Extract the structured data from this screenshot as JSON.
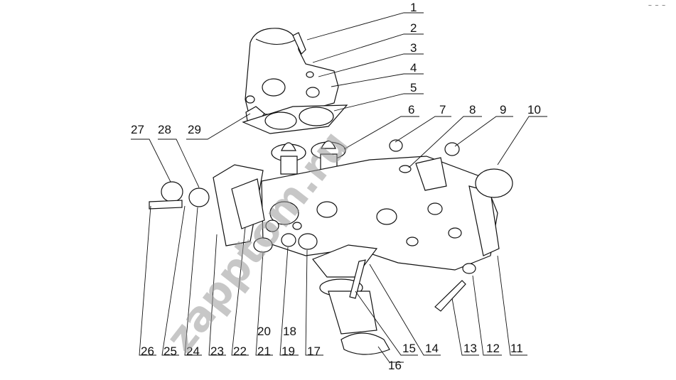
{
  "callouts": [
    {
      "id": "1",
      "label": "1"
    },
    {
      "id": "2",
      "label": "2"
    },
    {
      "id": "3",
      "label": "3"
    },
    {
      "id": "4",
      "label": "4"
    },
    {
      "id": "5",
      "label": "5"
    },
    {
      "id": "6",
      "label": "6"
    },
    {
      "id": "7",
      "label": "7"
    },
    {
      "id": "8",
      "label": "8"
    },
    {
      "id": "9",
      "label": "9"
    },
    {
      "id": "10",
      "label": "10"
    },
    {
      "id": "11",
      "label": "11"
    },
    {
      "id": "12",
      "label": "12"
    },
    {
      "id": "13",
      "label": "13"
    },
    {
      "id": "14",
      "label": "14"
    },
    {
      "id": "15",
      "label": "15"
    },
    {
      "id": "16",
      "label": "16"
    },
    {
      "id": "17",
      "label": "17"
    },
    {
      "id": "18",
      "label": "18"
    },
    {
      "id": "19",
      "label": "19"
    },
    {
      "id": "20",
      "label": "20"
    },
    {
      "id": "21",
      "label": "21"
    },
    {
      "id": "22",
      "label": "22"
    },
    {
      "id": "23",
      "label": "23"
    },
    {
      "id": "24",
      "label": "24"
    },
    {
      "id": "25",
      "label": "25"
    },
    {
      "id": "26",
      "label": "26"
    },
    {
      "id": "27",
      "label": "27"
    },
    {
      "id": "28",
      "label": "28"
    },
    {
      "id": "29",
      "label": "29"
    }
  ],
  "watermark": "zapptom.ru",
  "corner_mark": "~ ~ ~",
  "colors": {
    "line": "#111111",
    "watermark": "#9a9a9a",
    "background": "#ffffff"
  }
}
